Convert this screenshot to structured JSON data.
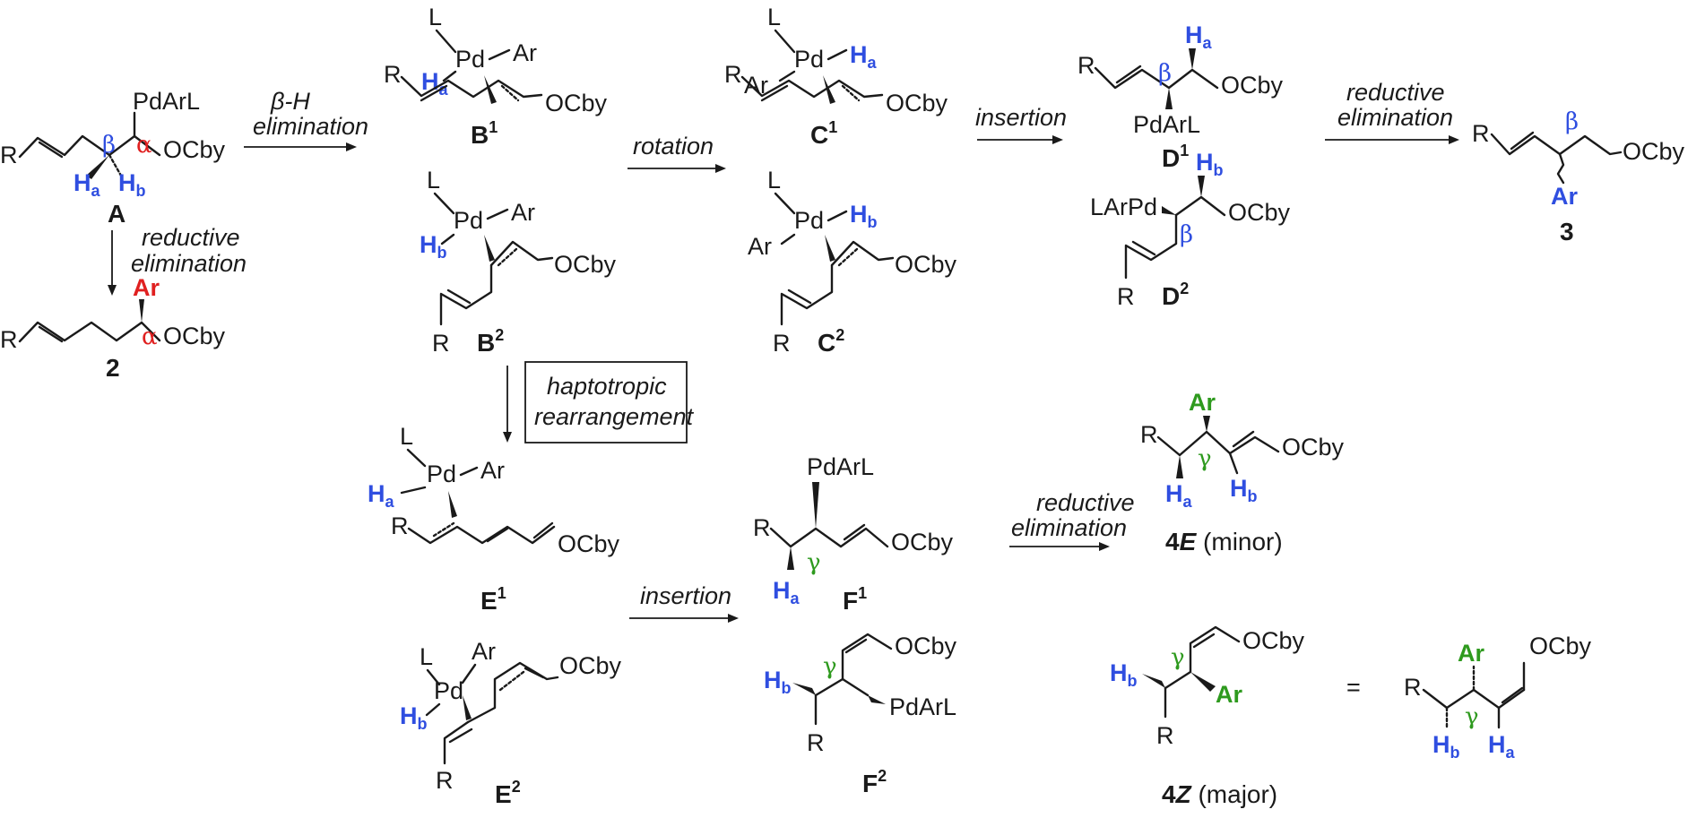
{
  "compounds": {
    "A": {
      "label": "A",
      "groups": [
        "R",
        "PdArL",
        "OCby"
      ],
      "alpha": "α",
      "beta": "β",
      "ha": "H",
      "ha_sub": "a",
      "hb": "H",
      "hb_sub": "b"
    },
    "B1": {
      "label": "B",
      "sup": "1",
      "l": "L",
      "pd": "Pd",
      "ar": "Ar",
      "h": "H",
      "h_sub": "a",
      "r": "R",
      "ocby": "OCby"
    },
    "B2": {
      "label": "B",
      "sup": "2",
      "l": "L",
      "pd": "Pd",
      "ar": "Ar",
      "h": "H",
      "h_sub": "b",
      "r": "R",
      "ocby": "OCby"
    },
    "C1": {
      "label": "C",
      "sup": "1",
      "l": "L",
      "pd": "Pd",
      "ar": "Ar",
      "h": "H",
      "h_sub": "a",
      "r": "R",
      "ocby": "OCby"
    },
    "C2": {
      "label": "C",
      "sup": "2",
      "l": "L",
      "pd": "Pd",
      "ar": "Ar",
      "h": "H",
      "h_sub": "b",
      "r": "R",
      "ocby": "OCby"
    },
    "D1": {
      "label": "D",
      "sup": "1",
      "r": "R",
      "beta": "β",
      "h": "H",
      "h_sub": "a",
      "ocby": "OCby",
      "pd": "PdArL"
    },
    "D2": {
      "label": "D",
      "sup": "2",
      "r": "R",
      "beta": "β",
      "h": "H",
      "h_sub": "b",
      "ocby": "OCby",
      "pd": "LArPd"
    },
    "P3": {
      "label": "3",
      "r": "R",
      "beta": "β",
      "ar": "Ar",
      "ocby": "OCby"
    },
    "P2": {
      "label": "2",
      "r": "R",
      "alpha": "α",
      "ar": "Ar",
      "ocby": "OCby"
    },
    "E1": {
      "label": "E",
      "sup": "1",
      "l": "L",
      "pd": "Pd",
      "ar": "Ar",
      "h": "H",
      "h_sub": "a",
      "r": "R",
      "ocby": "OCby"
    },
    "E2": {
      "label": "E",
      "sup": "2",
      "l": "L",
      "pd": "Pd",
      "ar": "Ar",
      "h": "H",
      "h_sub": "b",
      "r": "R",
      "ocby": "OCby"
    },
    "F1": {
      "label": "F",
      "sup": "1",
      "r": "R",
      "pd": "PdArL",
      "gamma": "γ",
      "h": "H",
      "h_sub": "a",
      "ocby": "OCby"
    },
    "F2": {
      "label": "F",
      "sup": "2",
      "r": "R",
      "pd": "PdArL",
      "gamma": "γ",
      "h": "H",
      "h_sub": "b",
      "ocby": "OCby"
    },
    "P4E": {
      "label": "4",
      "label_it": "E",
      "note": " (minor)",
      "r": "R",
      "ar": "Ar",
      "gamma": "γ",
      "ha": "H",
      "ha_sub": "a",
      "hb": "H",
      "hb_sub": "b",
      "ocby": "OCby"
    },
    "P4Z": {
      "label": "4",
      "label_it": "Z",
      "note": " (major)",
      "r": "R",
      "ar": "Ar",
      "gamma": "γ",
      "hb": "H",
      "hb_sub": "b",
      "ocby": "OCby"
    },
    "P4Zalt": {
      "eq": "=",
      "r": "R",
      "ar": "Ar",
      "gamma": "γ",
      "hb": "H",
      "hb_sub": "b",
      "ha": "H",
      "ha_sub": "a",
      "ocby": "OCby"
    }
  },
  "arrows": {
    "beta_h": {
      "line1": "β-H",
      "line2": "elimination"
    },
    "rotation": {
      "line1": "rotation"
    },
    "insertion1": {
      "line1": "insertion"
    },
    "red_elim1": {
      "line1": "reductive",
      "line2": "elimination"
    },
    "red_elim_a": {
      "line1": "reductive",
      "line2": "elimination"
    },
    "hapto": {
      "line1": "haptotropic",
      "line2": "rearrangement"
    },
    "insertion2": {
      "line1": "insertion"
    },
    "red_elim2": {
      "line1": "reductive",
      "line2": "elimination"
    }
  },
  "colors": {
    "hydrogen": "#2f4ee0",
    "alpha_ar": "#e02020",
    "gamma_ar": "#2e9a1e",
    "text": "#1a1a1a"
  }
}
